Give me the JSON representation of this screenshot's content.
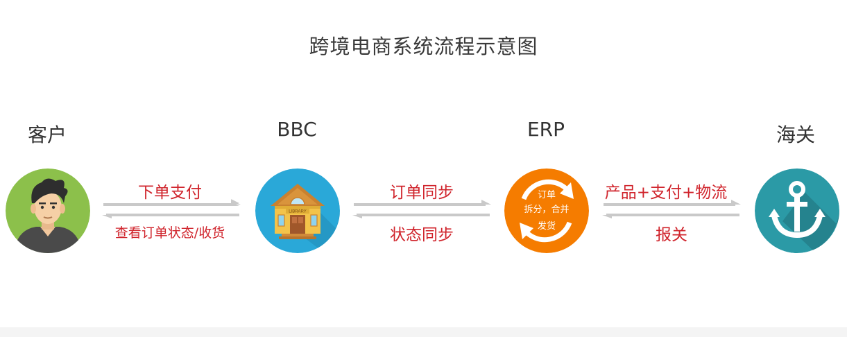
{
  "title": "跨境电商系统流程示意图",
  "nodes": {
    "customer": {
      "label": "客户"
    },
    "bbc": {
      "label": "BBC",
      "building_text": "LIBRARY"
    },
    "erp": {
      "label": "ERP",
      "inner_line1": "订单",
      "inner_line2": "拆分，合并",
      "inner_line3": "发货"
    },
    "customs": {
      "label": "海关"
    }
  },
  "edges": {
    "customer_bbc": {
      "top": "下单支付",
      "bottom": "查看订单状态/收货"
    },
    "bbc_erp": {
      "top": "订单同步",
      "bottom": "状态同步"
    },
    "erp_customs": {
      "top": "产品+支付+物流",
      "bottom": "报关"
    }
  },
  "colors": {
    "label_red": "#d0242c",
    "arrow_gray": "#c9c9c9",
    "customer_bg": "#8cc04b",
    "bbc_bg": "#2aa8d8",
    "erp_bg": "#f57c00",
    "customs_bg": "#2b9aa6"
  }
}
